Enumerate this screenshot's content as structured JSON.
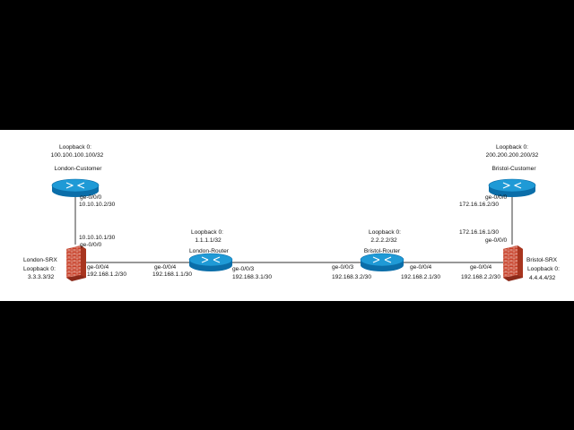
{
  "colors": {
    "link": "#5a5a5a",
    "router_top": "#1f9ad6",
    "router_body": "#0b6ea9",
    "firewall_brick": "#c8402a",
    "firewall_side": "#8c2a1a",
    "background": "#ffffff",
    "letterbox": "#000000"
  },
  "devices": {
    "london_customer": {
      "loopback_title": "Loopback 0:",
      "loopback_ip": "100.100.100.100/32",
      "name": "London-Customer",
      "icon": "router-icon"
    },
    "bristol_customer": {
      "loopback_title": "Loopback 0:",
      "loopback_ip": "200.200.200.200/32",
      "name": "Bristol-Customer",
      "icon": "router-icon"
    },
    "london_router": {
      "loopback_title": "Loopback 0:",
      "loopback_ip": "1.1.1.1/32",
      "name": "London-Router",
      "icon": "router-icon"
    },
    "bristol_router": {
      "loopback_title": "Loopback 0:",
      "loopback_ip": "2.2.2.2/32",
      "name": "Bristol-Router",
      "icon": "router-icon"
    },
    "london_srx": {
      "name": "London-SRX",
      "loopback_title": "Loopback 0:",
      "loopback_ip": "3.3.3.3/32",
      "icon": "firewall-icon"
    },
    "bristol_srx": {
      "name": "Bristol-SRX",
      "loopback_title": "Loopback 0:",
      "loopback_ip": "4.4.4.4/32",
      "icon": "firewall-icon"
    }
  },
  "interfaces": {
    "london_customer_ge000": {
      "name": "ge-0/0/0",
      "ip": "10.10.10.2/30"
    },
    "london_srx_ge000": {
      "ip": "10.10.10.1/30",
      "name": "ge-0/0/0"
    },
    "london_srx_ge004": {
      "name": "ge-0/0/4",
      "ip": "192.168.1.2/30"
    },
    "london_router_ge004": {
      "name": "ge-0/0/4",
      "ip": "192.168.1.1/30"
    },
    "london_router_ge003": {
      "name": "ge-0/0/3",
      "ip": "192.168.3.1/30"
    },
    "bristol_router_ge003": {
      "name": "ge-0/0/3",
      "ip": "192.168.3.2/30"
    },
    "bristol_router_ge004": {
      "name": "ge-0/0/4",
      "ip": "192.168.2.1/30"
    },
    "bristol_srx_ge004": {
      "name": "ge-0/0/4",
      "ip": "192.168.2.2/30"
    },
    "bristol_customer_ge000": {
      "name": "ge-0/0/0",
      "ip": "172.16.16.2/30"
    },
    "bristol_srx_ge000": {
      "ip": "172.16.16.1/30",
      "name": "ge-0/0/0"
    }
  }
}
